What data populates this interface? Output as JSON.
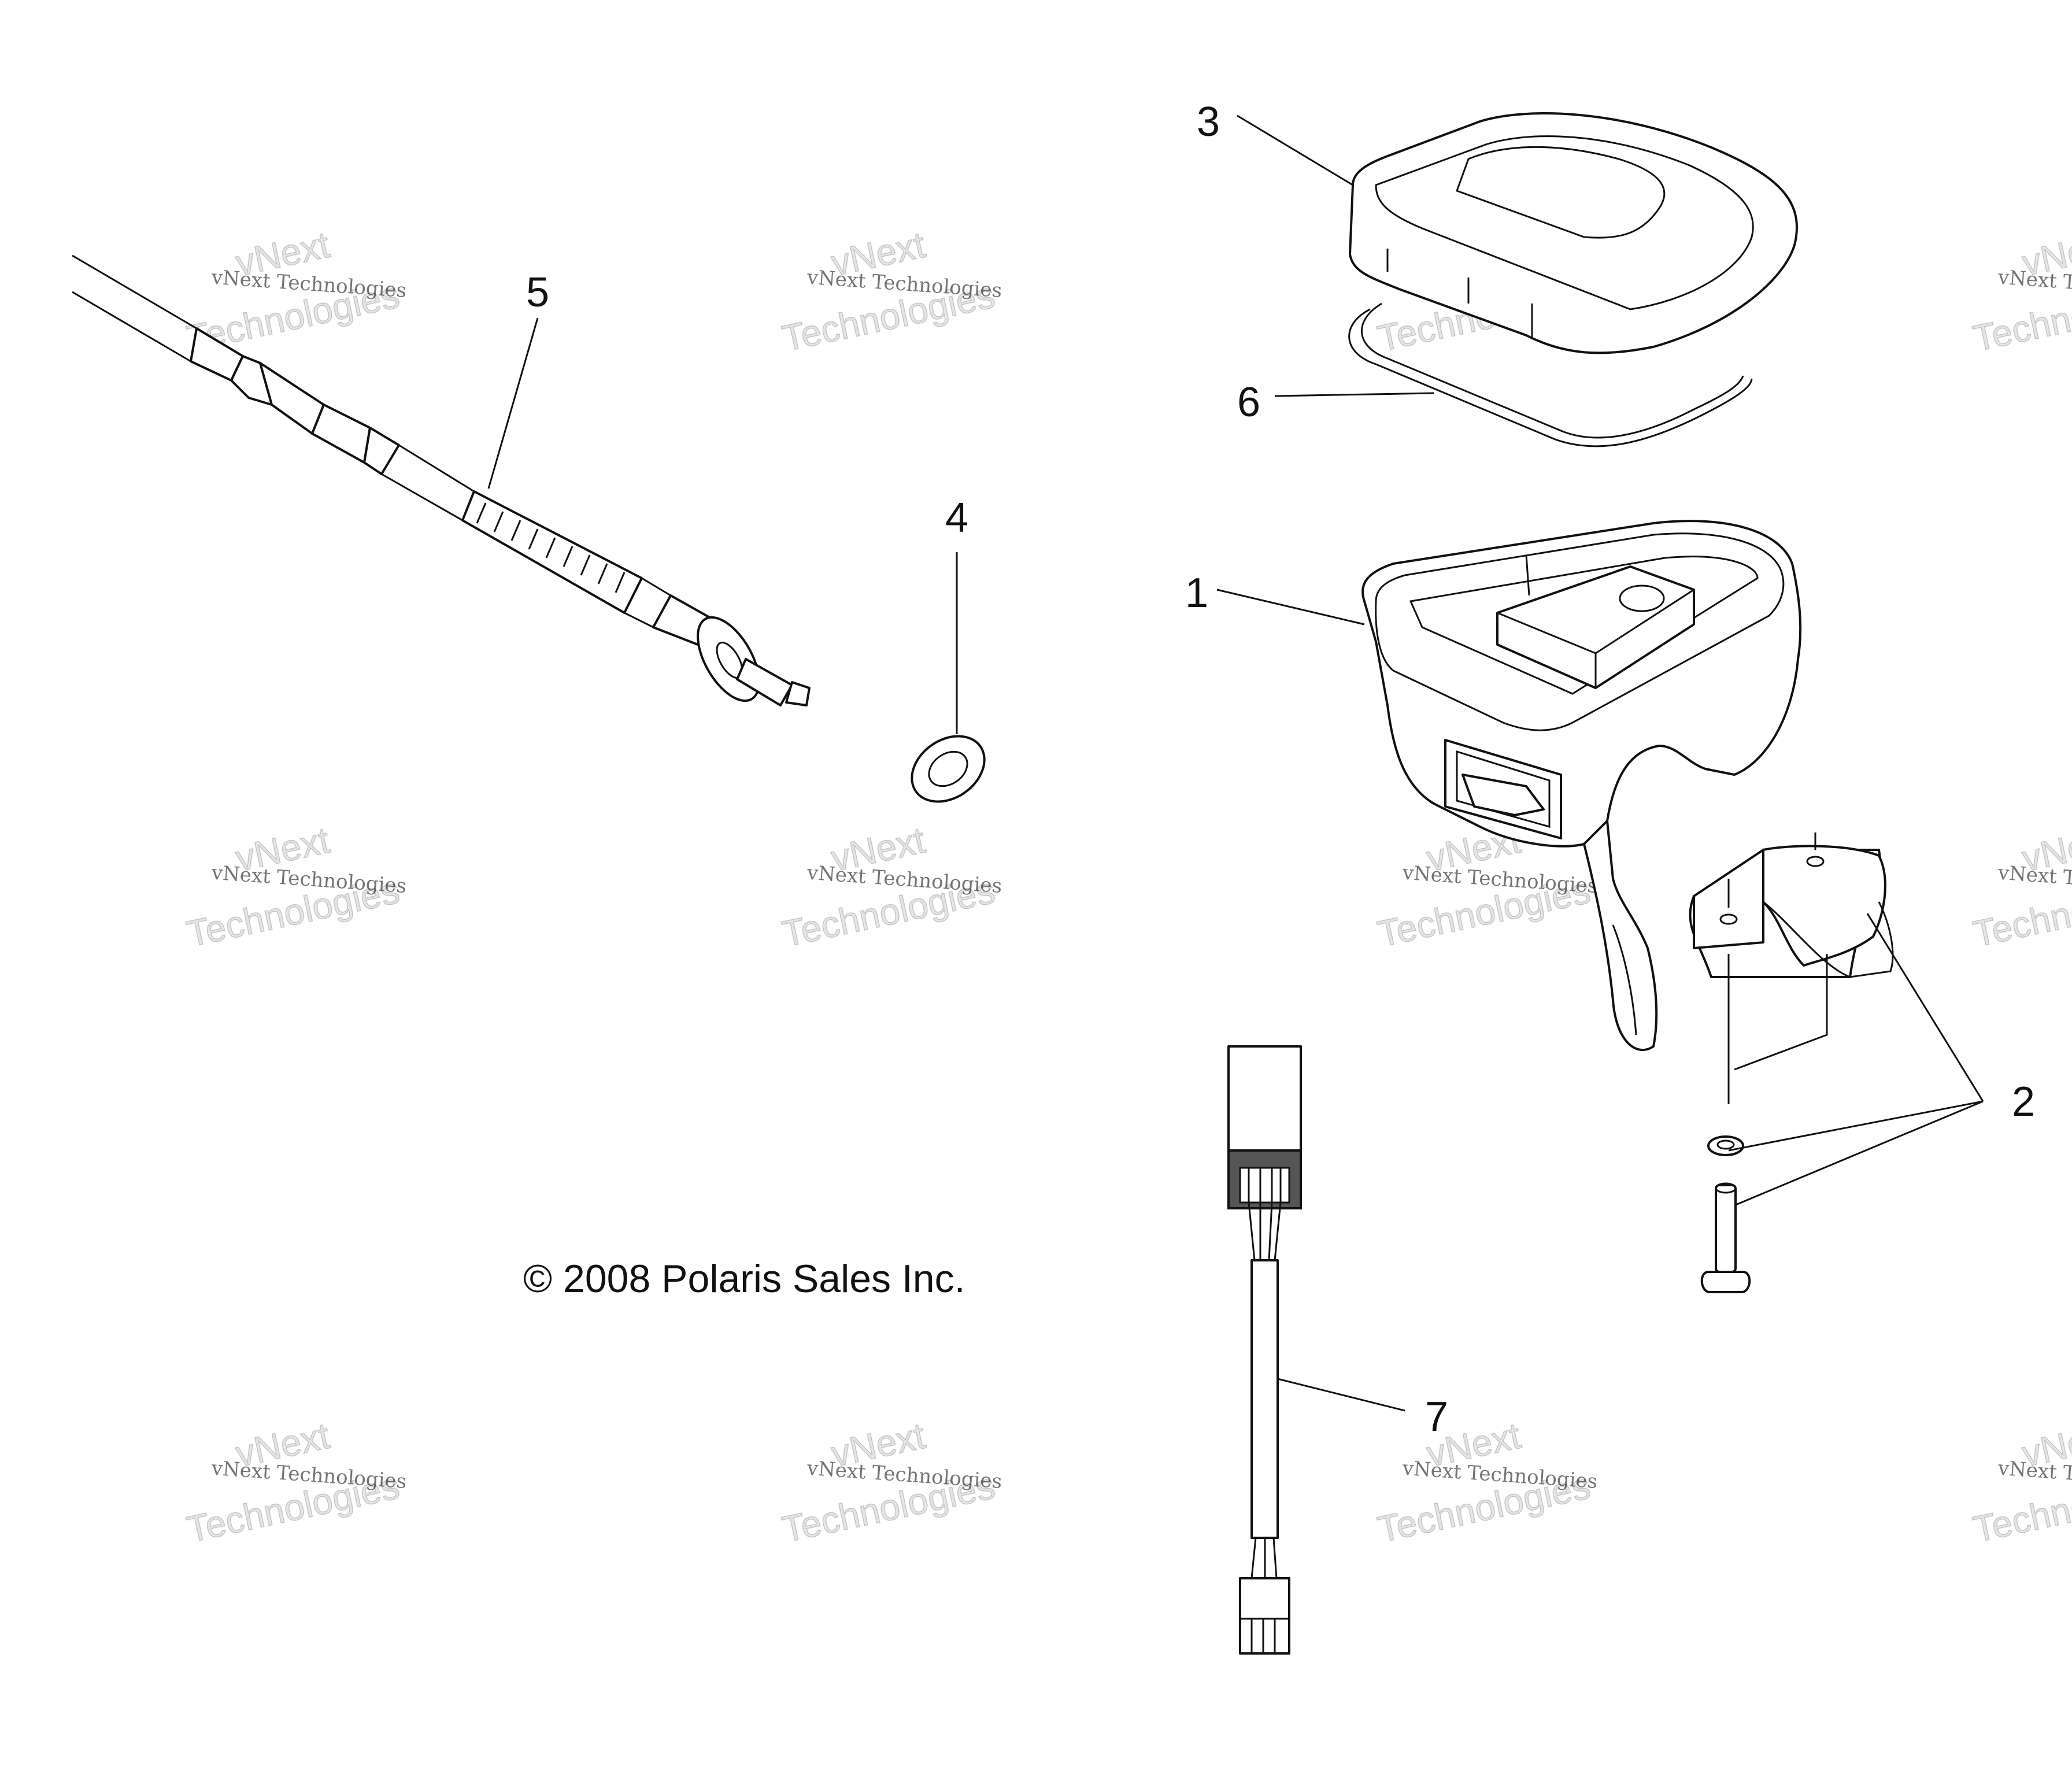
{
  "callouts": {
    "c1": "1",
    "c2": "2",
    "c3": "3",
    "c4": "4",
    "c5": "5",
    "c6": "6",
    "c7": "7"
  },
  "copyright": "© 2008 Polaris Sales Inc.",
  "watermark": {
    "line_small": "vNext Technologies",
    "line_large_a": "vNext",
    "line_large_b": "Technologies"
  }
}
